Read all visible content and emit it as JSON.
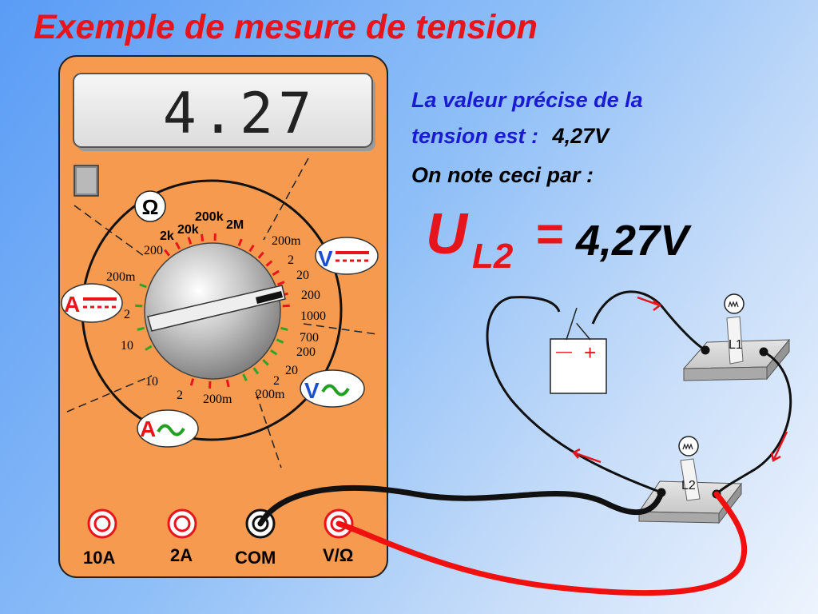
{
  "title": "Exemple de mesure de tension",
  "display": {
    "reading": "4.27"
  },
  "text": {
    "line1": "La valeur précise de la",
    "line2_prefix": "tension est :",
    "line2_value": "4,27V",
    "line3": "On note ceci par :"
  },
  "formula": {
    "symbol": "U",
    "subscript": "L2",
    "equals": "=",
    "value": "4,27V"
  },
  "dial": {
    "ohm_symbol": "Ω",
    "ohm_ranges": [
      "200",
      "2k",
      "20k",
      "200k",
      "2M"
    ],
    "dcv_ranges": [
      "200m",
      "2",
      "20",
      "200",
      "1000"
    ],
    "acv_ranges": [
      "700",
      "200",
      "20",
      "2",
      "200m"
    ],
    "aca_ranges": [
      "200m",
      "2",
      "10"
    ],
    "dca_ranges": [
      "10",
      "2",
      "200m"
    ]
  },
  "mode_badges": {
    "dcv": "V",
    "acv": "V",
    "dca": "A",
    "aca": "A"
  },
  "ports": [
    {
      "label": "10A"
    },
    {
      "label": "2A"
    },
    {
      "label": "COM"
    },
    {
      "label": "V/Ω"
    }
  ],
  "circuit": {
    "lamp1_label": "L1",
    "lamp2_label": "L2",
    "battery_minus": "—",
    "battery_plus": "+"
  },
  "colors": {
    "title": "#e8141c",
    "multimeter_body": "#f59a4f",
    "blue_text": "#1a1ad0",
    "wire_red": "#f01010",
    "wire_black": "#111111",
    "tick_red": "#e8141c",
    "tick_green": "#2aa52a"
  }
}
